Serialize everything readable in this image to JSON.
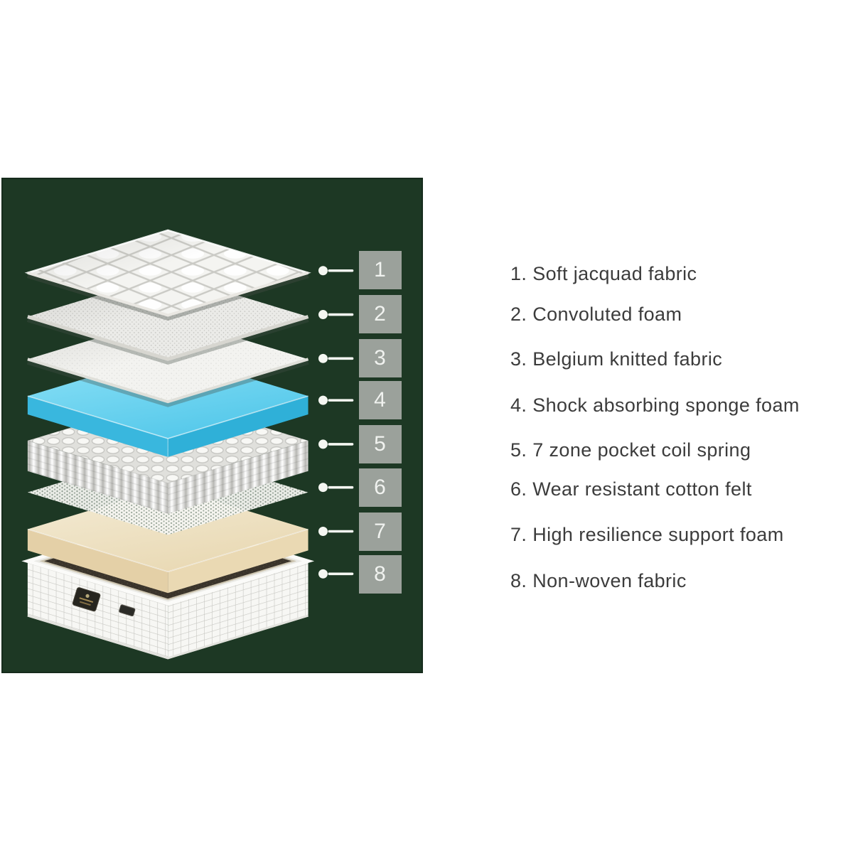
{
  "colors": {
    "page_background": "#ffffff",
    "panel_green": "#1d3824",
    "number_box_gray": "#9ba19b",
    "number_text": "#f0f2ef",
    "connector_white": "#f5f7f2",
    "sponge_foam_blue": "#4fc6e8",
    "support_foam_beige": "#eee2c4",
    "mattress_top_brown": "#3a342b",
    "legend_text": "#3c3c3c"
  },
  "diagram": {
    "layers": [
      {
        "num": "1",
        "label": "Soft jacquad fabric",
        "list_text": "1. Soft jacquad fabric"
      },
      {
        "num": "2",
        "label": "Convoluted foam",
        "list_text": "2. Convoluted foam"
      },
      {
        "num": "3",
        "label": "Belgium knitted fabric",
        "list_text": "3. Belgium knitted fabric"
      },
      {
        "num": "4",
        "label": "Shock absorbing sponge foam",
        "list_text": "4. Shock absorbing sponge foam"
      },
      {
        "num": "5",
        "label": "7 zone pocket coil spring",
        "list_text": "5. 7 zone pocket coil spring"
      },
      {
        "num": "6",
        "label": "Wear resistant cotton felt",
        "list_text": "6. Wear resistant cotton felt"
      },
      {
        "num": "7",
        "label": "High resilience support foam",
        "list_text": "7. High resilience support foam"
      },
      {
        "num": "8",
        "label": "Non-woven fabric",
        "list_text": "8. Non-woven fabric"
      }
    ]
  }
}
